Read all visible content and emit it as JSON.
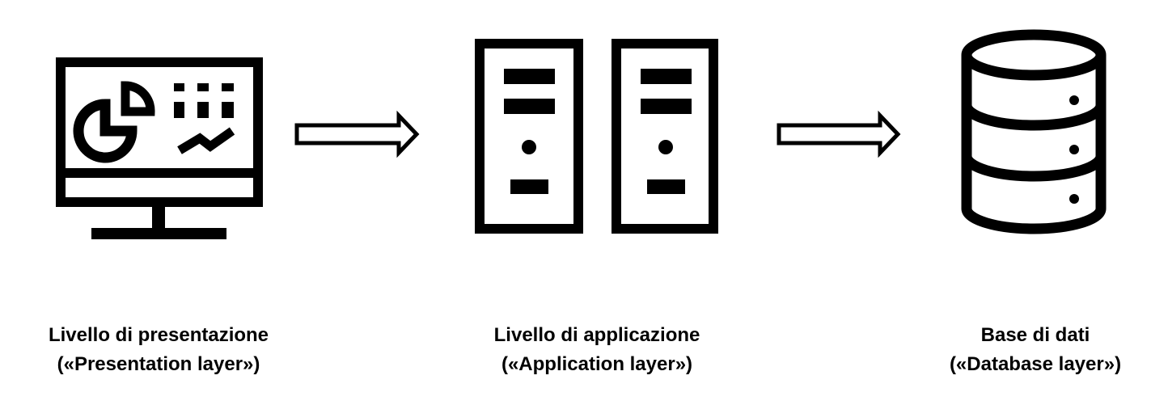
{
  "tiers": [
    {
      "id": "presentation",
      "title": "Livello di presentazione",
      "subtitle": "(«Presentation layer»)",
      "icon": "monitor-dashboard-icon"
    },
    {
      "id": "application",
      "title": "Livello di applicazione",
      "subtitle": "(«Application layer»)",
      "icon": "server-towers-icon"
    },
    {
      "id": "database",
      "title": "Base di dati",
      "subtitle": "(«Database layer»)",
      "icon": "database-cylinder-icon"
    }
  ],
  "arrows": [
    {
      "from": "presentation",
      "to": "application",
      "icon": "arrow-right-icon"
    },
    {
      "from": "application",
      "to": "database",
      "icon": "arrow-right-icon"
    }
  ],
  "colors": {
    "foreground": "#000000",
    "background": "#ffffff"
  }
}
